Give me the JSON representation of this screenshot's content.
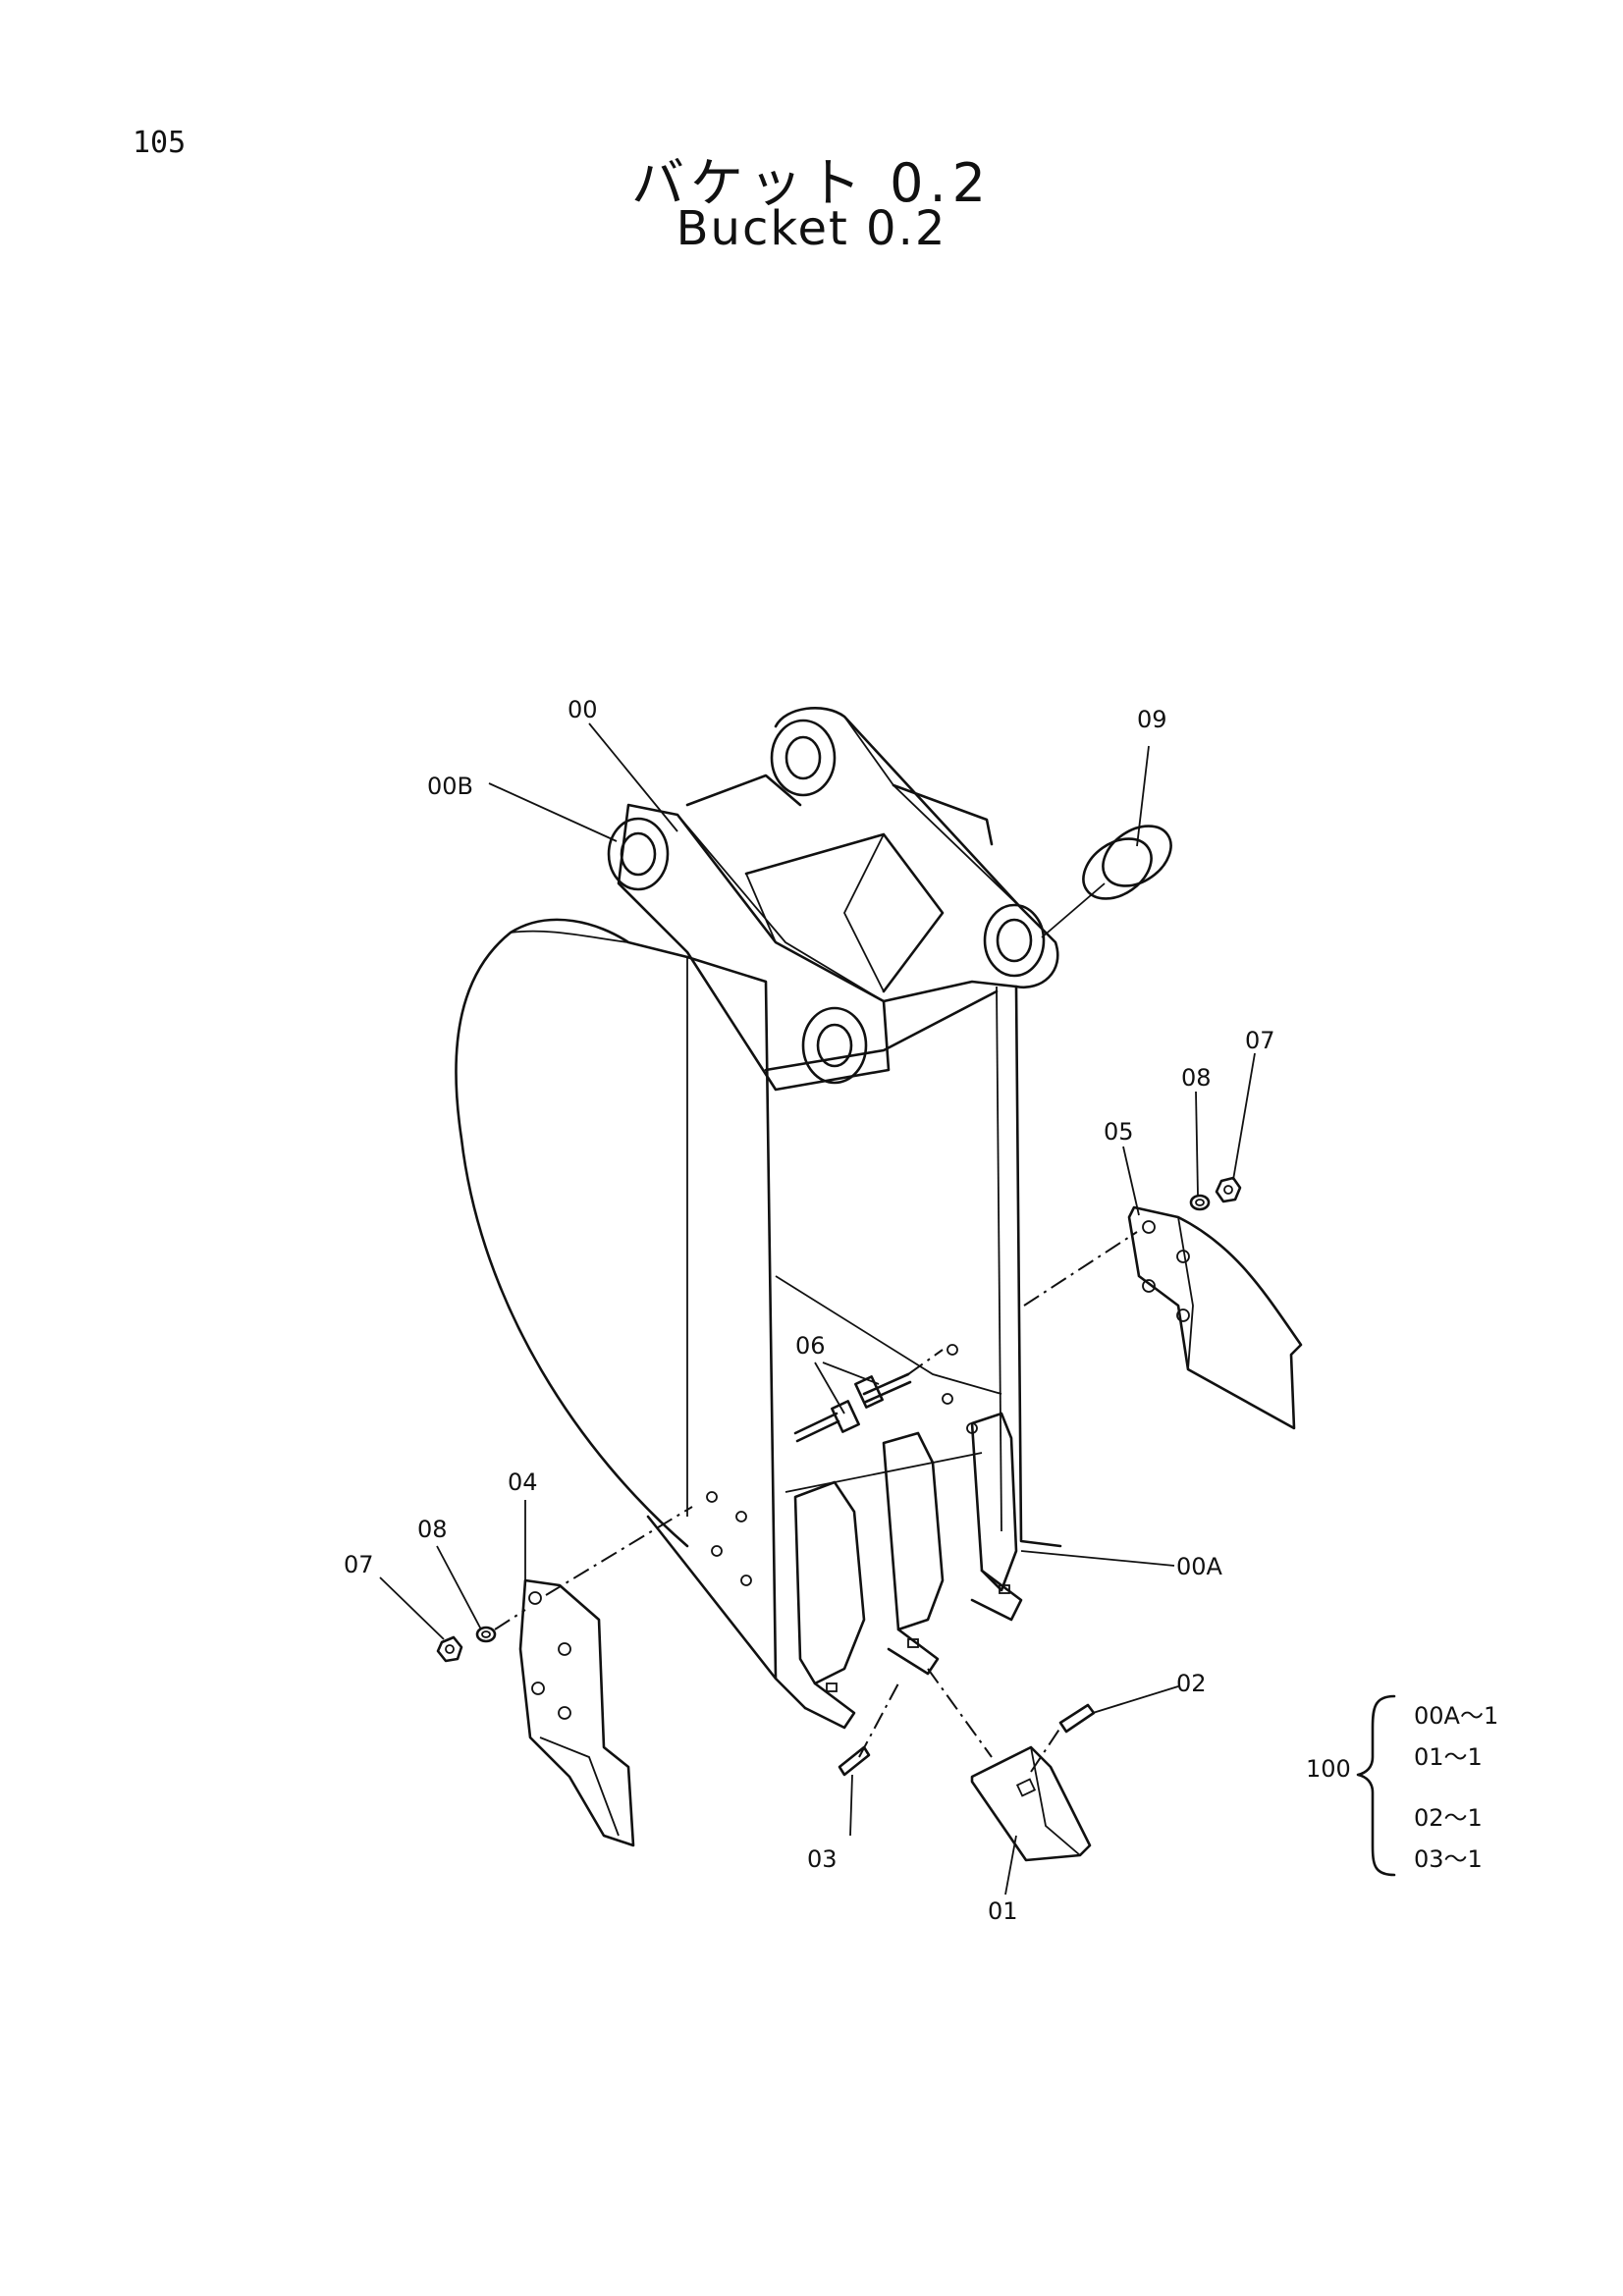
{
  "page_number": "105",
  "title_jp": "バケット 0.2",
  "title_en": "Bucket 0.2",
  "labels": {
    "l00": "00",
    "l00b": "00B",
    "l09": "09",
    "l07r": "07",
    "l08r": "08",
    "l05": "05",
    "l06": "06",
    "l04": "04",
    "l08l": "08",
    "l07l": "07",
    "l00a": "00A",
    "l02": "02",
    "l03": "03",
    "l01": "01"
  },
  "assembly": {
    "number": "100",
    "items": [
      "00A～1",
      "01～1",
      "02～1",
      "03～1"
    ]
  }
}
